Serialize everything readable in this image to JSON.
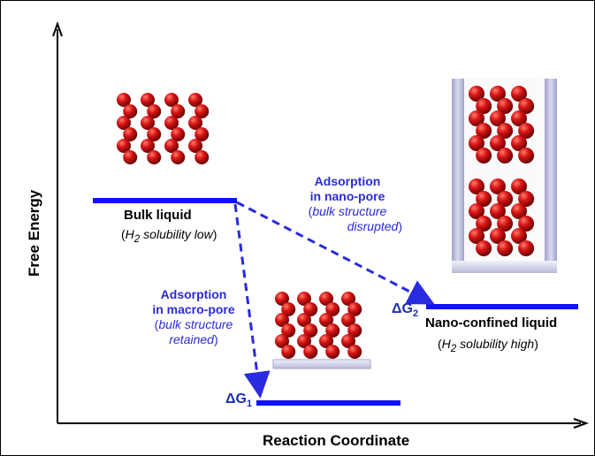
{
  "axes": {
    "x_label": "Reaction Coordinate",
    "y_label": "Free Energy"
  },
  "bulk_state": {
    "name": "Bulk liquid",
    "note_prefix": "(",
    "note_symbol": "H",
    "note_subscript": "2",
    "note_text": " solubility low",
    "note_suffix": ")"
  },
  "nano_state": {
    "name": "Nano-confined liquid",
    "note_prefix": "(",
    "note_symbol": "H",
    "note_subscript": "2",
    "note_text": " solubility high",
    "note_suffix": ")"
  },
  "macro_path": {
    "line1": "Adsorption",
    "line2": "in macro-pore",
    "note_open": "(",
    "note1": "bulk structure",
    "note2": "retained",
    "note_close": ")"
  },
  "nano_path": {
    "line1": "Adsorption",
    "line2": "in nano-pore",
    "note_open": "(",
    "note1": "bulk structure",
    "note2": "disrupted",
    "note_close": ")"
  },
  "delta_g1": {
    "symbol": "ΔG",
    "subscript": "1"
  },
  "delta_g2": {
    "symbol": "ΔG",
    "subscript": "2"
  },
  "colors": {
    "level_line": "#1010ff",
    "arrow": "#2a2ae0",
    "atom_red": "#d81414",
    "atom_blue": "#2a2ab8",
    "pore_wall": "#b7b8d8"
  }
}
